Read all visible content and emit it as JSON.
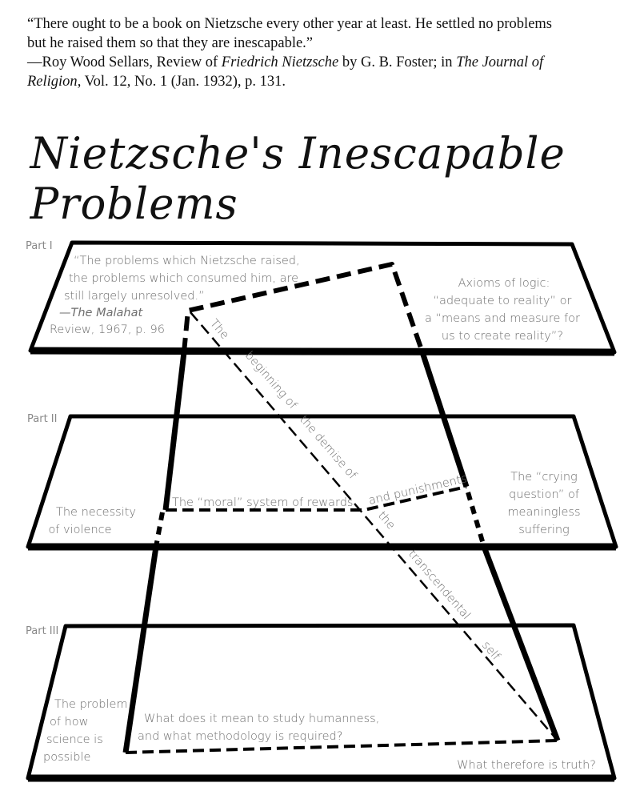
{
  "epigraph": {
    "line1": "“There ought to be a book on Nietzsche every other year at least.  He settled no problems",
    "line2": "but he raised them so that they are inescapable.”",
    "attribution_pre": "—Roy Wood Sellars, Review of ",
    "book": "Friedrich Nietzsche",
    "attribution_mid": " by G. B. Foster; in ",
    "journal1": "The Journal of",
    "journal2": "Religion",
    "attribution_post": ", Vol. 12, No. 1 (Jan. 1932), p. 131."
  },
  "title": "Nietzsche's Inescapable Problems",
  "parts": {
    "part1": {
      "label": "Part I",
      "quote": [
        "“The problems which Nietzsche raised,",
        "the problems which consumed him, are",
        "still largely unresolved.”",
        "—The Malahat",
        "Review, 1967, p. 96"
      ],
      "right": [
        "Axioms of logic:",
        "“adequate to reality” or",
        "a “means and measure for",
        "us to create reality”?"
      ]
    },
    "part2": {
      "label": "Part II",
      "left": [
        "The necessity",
        "of violence"
      ],
      "moral": "The “moral” system of rewards",
      "punish": "and punishments",
      "right": [
        "The “crying",
        "question” of",
        "meaningless",
        "suffering"
      ]
    },
    "part3": {
      "label": "Part III",
      "left": [
        "The problem",
        "of how",
        "science is",
        "possible"
      ],
      "center": [
        "What does it mean to study humanness,",
        "and what methodology is required?"
      ],
      "bottom": "What therefore is truth?"
    }
  },
  "diagonal": [
    "The",
    "beginning of",
    "the demise of",
    "the",
    "transcendental",
    "self"
  ]
}
